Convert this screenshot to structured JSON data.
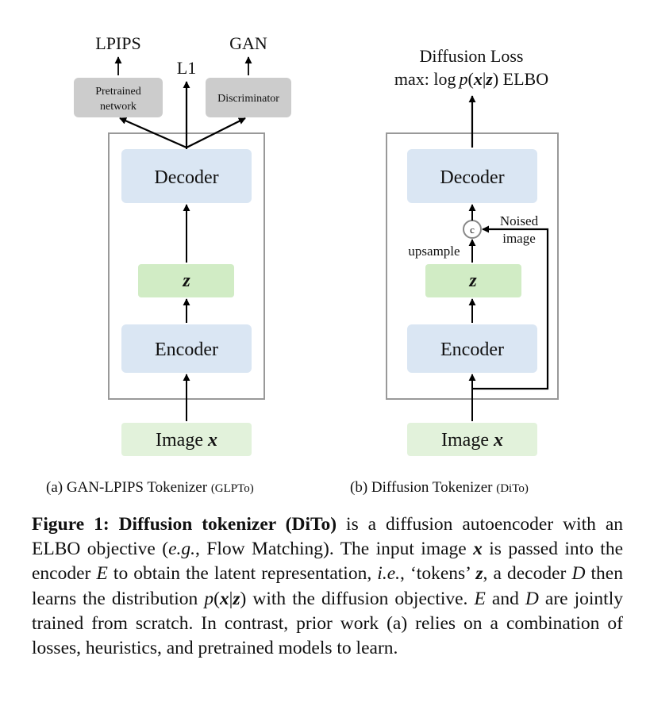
{
  "diagram_a": {
    "top_labels": {
      "lpips": "LPIPS",
      "l1": "L1",
      "gan": "GAN"
    },
    "pretrained_network": {
      "line1": "Pretrained",
      "line2": "network"
    },
    "discriminator": "Discriminator",
    "decoder": "Decoder",
    "latent": "z",
    "encoder": "Encoder",
    "input": {
      "text": "Image ",
      "var": "x"
    }
  },
  "diagram_b": {
    "loss_title": "Diffusion Loss",
    "loss_formula": {
      "prefix": "max: ",
      "log": "log",
      "p": "p",
      "open": "(",
      "x": "x",
      "bar": "|",
      "z": "z",
      "close": ")",
      "suffix": " ELBO"
    },
    "decoder": "Decoder",
    "concat_symbol": "c",
    "noised_image": {
      "line1": "Noised",
      "line2": "image"
    },
    "upsample": "upsample",
    "latent": "z",
    "encoder": "Encoder",
    "input": {
      "text": "Image ",
      "var": "x"
    }
  },
  "subcaptions": {
    "a": {
      "text": "(a) GAN-LPIPS Tokenizer ",
      "abbr": "(GLPTo)"
    },
    "b": {
      "text": "(b) Diffusion Tokenizer ",
      "abbr": "(DiTo)"
    }
  },
  "caption": {
    "lead": "Figure 1: Diffusion tokenizer (DiTo)",
    "s1": " is a diffusion autoencoder with an ELBO objective (",
    "eg": "e.g.",
    "s2": ", Flow Matching). The input image ",
    "x1": "x",
    "s3": " is passed into the encoder ",
    "E1": "E",
    "s4": " to obtain the latent representation, ",
    "ie": "i.e.",
    "s5": ", ‘tokens’ ",
    "z1": "z",
    "s6": ", a decoder ",
    "D1": "D",
    "s7": " then learns the distribution ",
    "px": "p",
    "s7b": "(",
    "x2": "x",
    "s7c": "|",
    "z2": "z",
    "s7d": ")",
    "s8": " with the diffusion objective. ",
    "E2": "E",
    "s9": " and ",
    "D2": "D",
    "s10": " are jointly trained from scratch. In contrast, prior work (a) relies on a combination of losses, heuristics, and pretrained models to learn."
  },
  "colors": {
    "blue_box": "#dae6f3",
    "green_box": "#d1ecc5",
    "green_input": "#e2f2db",
    "gray_box": "#cccccc",
    "frame": "#999999",
    "arrow": "#000000"
  }
}
